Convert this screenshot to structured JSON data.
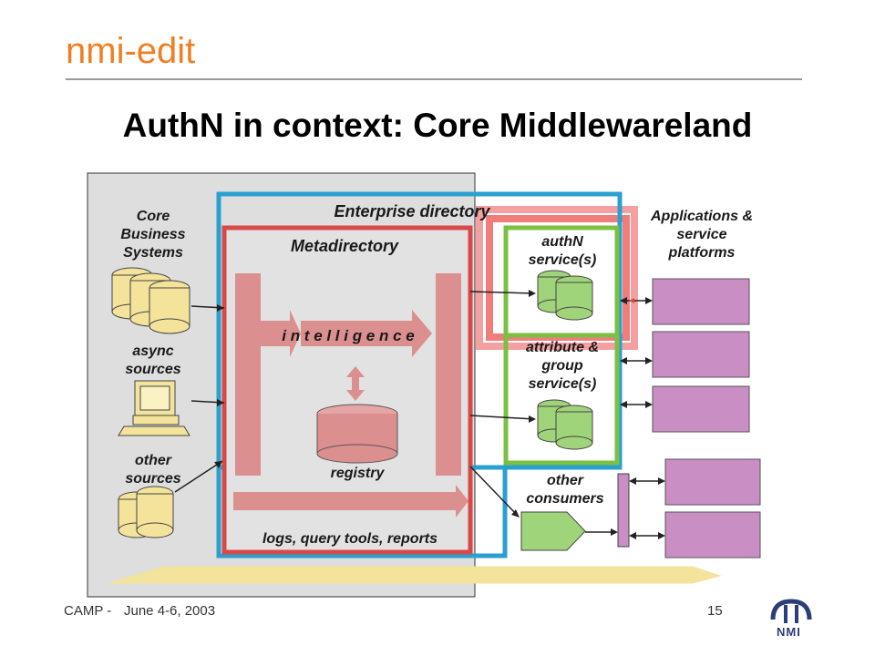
{
  "header": {
    "brand": "nmi-edit",
    "title": "AuthN in context: Core Middlewareland"
  },
  "diagram": {
    "sources": {
      "core": [
        "Core",
        "Business",
        "Systems"
      ],
      "async": [
        "async",
        "sources"
      ],
      "other": [
        "other",
        "sources"
      ]
    },
    "enterprise_directory": "Enterprise directory",
    "metadirectory": "Metadirectory",
    "intelligence": "i n t e l l i g e n c e",
    "registry": "registry",
    "logs": "logs, query tools, reports",
    "authn": [
      "authN",
      "service(s)"
    ],
    "attribute": [
      "attribute &",
      "group",
      "service(s)"
    ],
    "other_consumers": [
      "other",
      "consumers"
    ],
    "applications": [
      "Applications &",
      "service",
      "platforms"
    ],
    "colors": {
      "enterprise_blue": "#2aa0d0",
      "metadirectory_red": "#d94848",
      "authn_pink": "#f07c7c",
      "service_green": "#7ac043",
      "app_purple": "#c98ec4",
      "source_yellow": "#f4e39a",
      "meta_fill": "#dc8f8f"
    }
  },
  "footer": {
    "event": "CAMP -",
    "date": "June 4-6, 2003",
    "page": "15",
    "logo_text": "NMI"
  }
}
